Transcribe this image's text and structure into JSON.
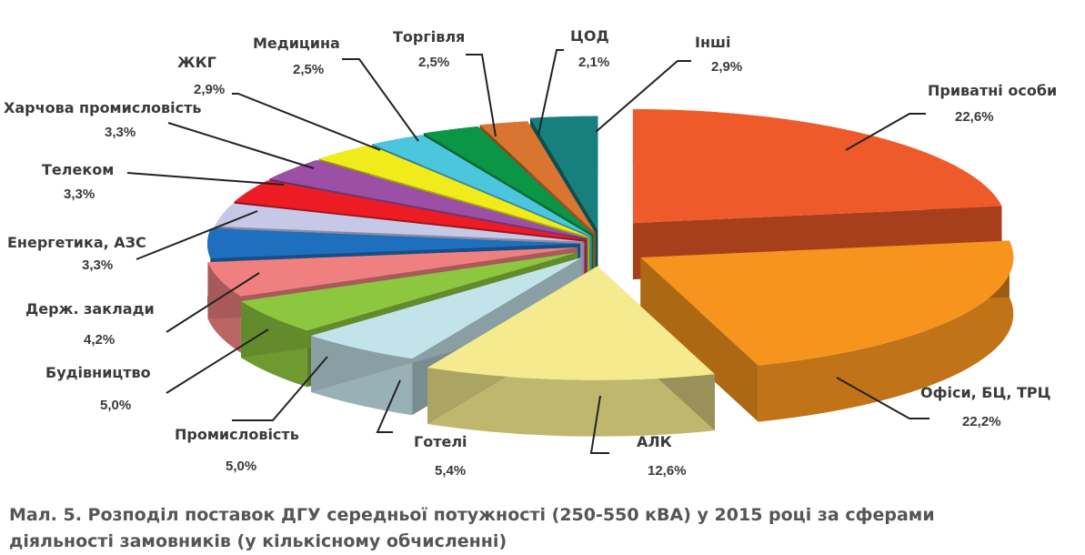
{
  "chart_data": {
    "type": "pie",
    "title": "",
    "slices": [
      {
        "label": "Приватні особи",
        "value": 22.6,
        "value_label": "22,6%",
        "color": "#ef5a2a"
      },
      {
        "label": "Офіси, БЦ, ТРЦ",
        "value": 22.2,
        "value_label": "22,2%",
        "color": "#f7941d"
      },
      {
        "label": "АЛК",
        "value": 12.6,
        "value_label": "12,6%",
        "color": "#f6ea8e"
      },
      {
        "label": "Готелі",
        "value": 5.4,
        "value_label": "5,4%",
        "color": "#c3e3ea"
      },
      {
        "label": "Промисловість",
        "value": 5.0,
        "value_label": "5,0%",
        "color": "#8dc63f"
      },
      {
        "label": "Будівництво",
        "value": 5.0,
        "value_label": "5,0%",
        "color": "#f08080"
      },
      {
        "label": "Держ. заклади",
        "value": 4.2,
        "value_label": "4,2%",
        "color": "#1f6fbf"
      },
      {
        "label": "Енергетика, АЗС",
        "value": 3.3,
        "value_label": "3,3%",
        "color": "#c5c8e6"
      },
      {
        "label": "Телеком",
        "value": 3.3,
        "value_label": "3,3%",
        "color": "#ed1c24"
      },
      {
        "label": "Харчова промисловість",
        "value": 3.3,
        "value_label": "3,3%",
        "color": "#9b4fa5"
      },
      {
        "label": "ЖКГ",
        "value": 2.9,
        "value_label": "2,9%",
        "color": "#f0eb1a"
      },
      {
        "label": "Медицина",
        "value": 2.5,
        "value_label": "2,5%",
        "color": "#4cc6dc"
      },
      {
        "label": "Торгівля",
        "value": 2.5,
        "value_label": "2,5%",
        "color": "#0a9645"
      },
      {
        "label": "ЦОД",
        "value": 2.1,
        "value_label": "2,1%",
        "color": "#d97530"
      },
      {
        "label": "Інші",
        "value": 2.9,
        "value_label": "2,9%",
        "color": "#17807e"
      }
    ]
  },
  "caption": "Мал. 5. Розподіл поставок ДГУ середньої потужності (250-550 кВА) у 2015 році за сферами діяльності замовників (у кількісному обчисленні)"
}
